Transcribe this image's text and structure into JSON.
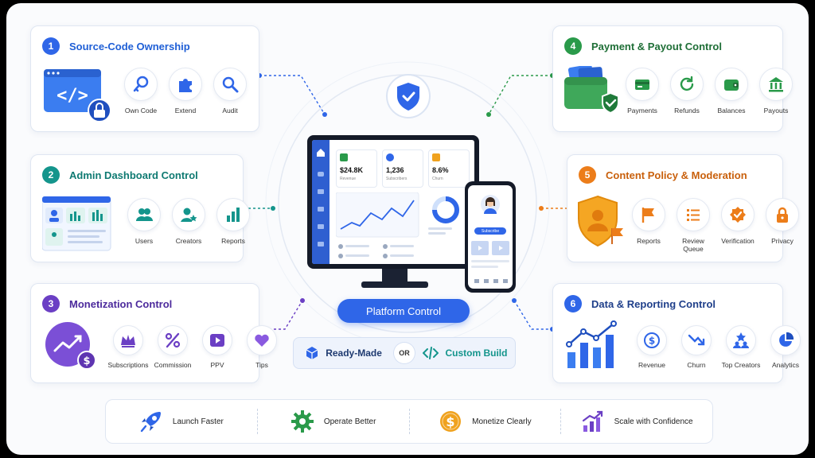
{
  "center": {
    "title": "Platform Control",
    "choice_left": "Ready-Made",
    "choice_or": "OR",
    "choice_right": "Custom Build"
  },
  "dashboard_screen": {
    "stats": [
      {
        "value": "$24.8K",
        "label": "Revenue"
      },
      {
        "value": "1,236",
        "label": "Subscribers"
      },
      {
        "value": "8.6%",
        "label": "Churn"
      }
    ],
    "phone_button": "Subscribe"
  },
  "panels": [
    {
      "number": "1",
      "title": "Source-Code Ownership",
      "color": "#2f66e8",
      "items": [
        {
          "icon": "key-icon",
          "label": "Own Code"
        },
        {
          "icon": "puzzle-icon",
          "label": "Extend"
        },
        {
          "icon": "magnifier-icon",
          "label": "Audit"
        }
      ]
    },
    {
      "number": "2",
      "title": "Admin Dashboard Control",
      "color": "#14958c",
      "items": [
        {
          "icon": "users-icon",
          "label": "Users"
        },
        {
          "icon": "creator-star-icon",
          "label": "Creators"
        },
        {
          "icon": "bar-chart-icon",
          "label": "Reports"
        }
      ]
    },
    {
      "number": "3",
      "title": "Monetization Control",
      "color": "#6b3fc4",
      "items": [
        {
          "icon": "crown-icon",
          "label": "Subscriptions"
        },
        {
          "icon": "percent-icon",
          "label": "Commission"
        },
        {
          "icon": "play-icon",
          "label": "PPV"
        },
        {
          "icon": "heart-icon",
          "label": "Tips"
        }
      ]
    },
    {
      "number": "4",
      "title": "Payment & Payout Control",
      "color": "#2a9a4a",
      "items": [
        {
          "icon": "card-icon",
          "label": "Payments"
        },
        {
          "icon": "refresh-icon",
          "label": "Refunds"
        },
        {
          "icon": "wallet-icon",
          "label": "Balances"
        },
        {
          "icon": "bank-icon",
          "label": "Payouts"
        }
      ]
    },
    {
      "number": "5",
      "title": "Content Policy & Moderation",
      "color": "#ec7d1a",
      "items": [
        {
          "icon": "flag-icon",
          "label": "Reports"
        },
        {
          "icon": "list-icon",
          "label": "Review Queue"
        },
        {
          "icon": "badge-check-icon",
          "label": "Verification"
        },
        {
          "icon": "lock-icon",
          "label": "Privacy"
        }
      ]
    },
    {
      "number": "6",
      "title": "Data & Reporting Control",
      "color": "#2f66e8",
      "items": [
        {
          "icon": "dollar-icon",
          "label": "Revenue"
        },
        {
          "icon": "trend-down-icon",
          "label": "Churn"
        },
        {
          "icon": "top-creators-icon",
          "label": "Top Creators"
        },
        {
          "icon": "pie-icon",
          "label": "Analytics"
        }
      ]
    }
  ],
  "benefits": [
    {
      "icon": "rocket-icon",
      "label": "Launch Faster",
      "color": "#2f66e8"
    },
    {
      "icon": "gear-icon",
      "label": "Operate Better",
      "color": "#2a9a4a"
    },
    {
      "icon": "dollar-coin-icon",
      "label": "Monetize Clearly",
      "color": "#f0a21e"
    },
    {
      "icon": "growth-chart-icon",
      "label": "Scale with Confidence",
      "color": "#6b3fc4"
    }
  ]
}
